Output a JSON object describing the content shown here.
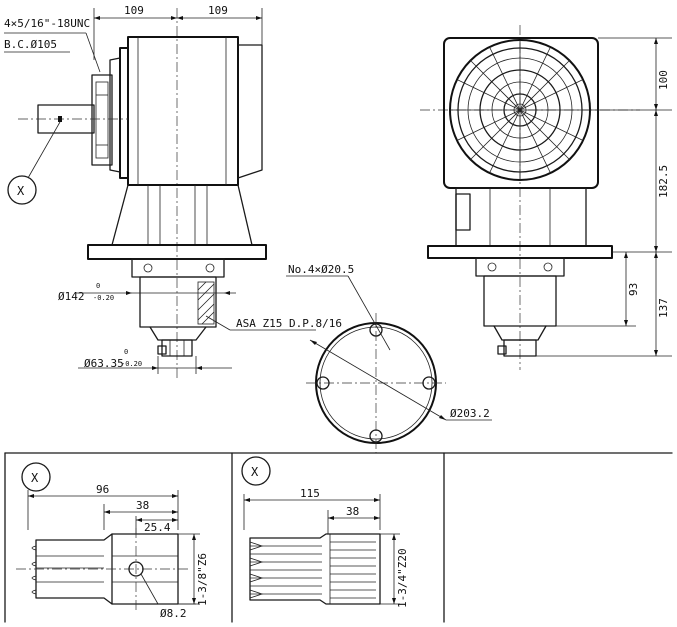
{
  "top_left_view": {
    "bolt_note": "4×5/16\"-18UNC",
    "bolt_circle": "B.C.Ø105",
    "dim_left_width": "109",
    "dim_right_width": "109",
    "detail_ref": "X",
    "pilot_diameter": "Ø142",
    "pilot_tol_upper": "0",
    "pilot_tol_lower": "-0.20",
    "shaft_diameter": "Ø63.35",
    "shaft_tol_upper": "0",
    "shaft_tol_lower": "-0.20",
    "spline_note": "ASA Z15 D.P.8/16"
  },
  "flange_view": {
    "holes_note": "No.4×Ø20.5",
    "bolt_circle": "Ø203.2"
  },
  "side_view": {
    "dim_top": "100",
    "dim_center": "182.5",
    "dim_flange": "93",
    "dim_overall": "137"
  },
  "detail_x_left": {
    "ref": "X",
    "dim_overall": "96",
    "dim_mid": "38",
    "dim_small": "25.4",
    "diameter_label": "1-3/8\"Z6",
    "hole_label": "Ø8.2"
  },
  "detail_x_right": {
    "ref": "X",
    "dim_overall": "115",
    "dim_spline": "38",
    "diameter_label": "1-3/4\"Z20"
  }
}
